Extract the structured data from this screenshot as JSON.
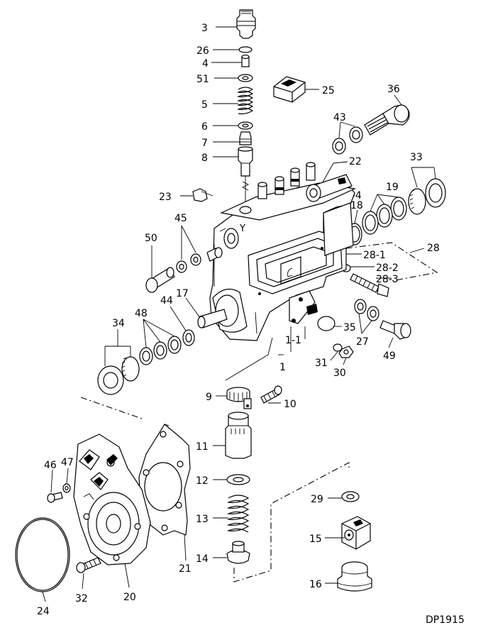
{
  "diagram": {
    "drawing_code": "DP1915",
    "callouts": {
      "c1": "1",
      "c1_1": "1-1",
      "c3": "3",
      "c4": "4",
      "c5": "5",
      "c6": "6",
      "c7": "7",
      "c8": "8",
      "c9": "9",
      "c10": "10",
      "c11": "11",
      "c12": "12",
      "c13": "13",
      "c14": "14",
      "c15": "15",
      "c16": "16",
      "c17": "17",
      "c18": "18",
      "c19": "19",
      "c20": "20",
      "c21": "21",
      "c22": "22",
      "c23": "23",
      "c24": "24",
      "c25": "25",
      "c26": "26",
      "c27": "27",
      "c28": "28",
      "c28_1": "28-1",
      "c28_2": "28-2",
      "c28_3": "28-3",
      "c28_4": "28-4",
      "c29": "29",
      "c30": "30",
      "c31": "31",
      "c32": "32",
      "c33": "33",
      "c34": "34",
      "c35": "35",
      "c36": "36",
      "c43": "43",
      "c44": "44",
      "c45": "45",
      "c46": "46",
      "c47": "47",
      "c48": "48",
      "c49": "49",
      "c50": "50",
      "c51": "51"
    }
  }
}
